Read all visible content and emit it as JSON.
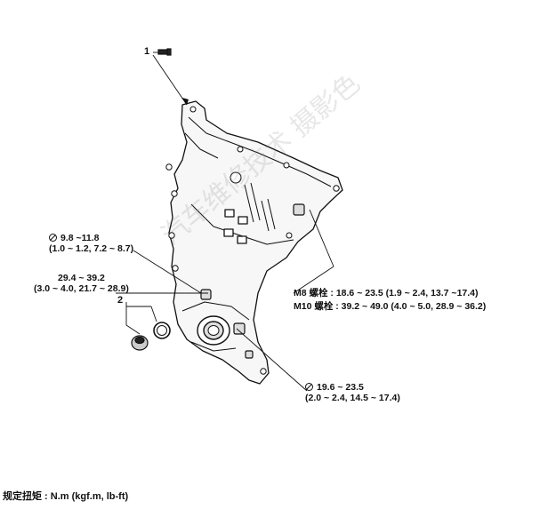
{
  "callouts": {
    "part1": "1",
    "part2": "2"
  },
  "torque": {
    "bolt_a": {
      "line1": "9.8 ~11.8",
      "line2": "(1.0 ~ 1.2, 7.2 ~ 8.7)"
    },
    "bolt_b": {
      "line1": "29.4 ~ 39.2",
      "line2": "(3.0 ~ 4.0, 21.7 ~ 28.9)"
    },
    "bolt_m8": "M8 螺栓 : 18.6 ~ 23.5 (1.9 ~ 2.4, 13.7 ~17.4)",
    "bolt_m10": "M10 螺栓 : 39.2 ~ 49.0 (4.0 ~ 5.0, 28.9 ~ 36.2)",
    "bolt_c": {
      "line1": "19.6 ~ 23.5",
      "line2": "(2.0 ~ 2.4, 14.5 ~ 17.4)"
    }
  },
  "footer": "规定扭矩 : N.m (kgf.m, lb-ft)",
  "watermark": "汽车维修技术 摄影色"
}
